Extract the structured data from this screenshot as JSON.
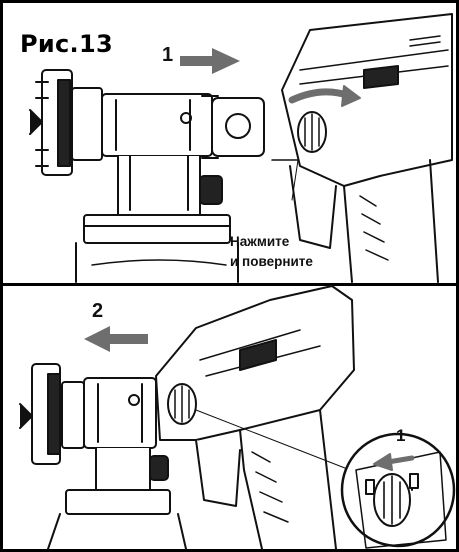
{
  "figure": {
    "title": "Рис.13",
    "colors": {
      "line": "#111111",
      "arrow": "#6e6e6e",
      "background": "#ffffff"
    }
  },
  "panel_top": {
    "step_label": "1",
    "caption_line1": "Нажмите",
    "caption_line2": "и поверните"
  },
  "panel_bottom": {
    "step_label": "2",
    "inset_step_label": "1"
  }
}
